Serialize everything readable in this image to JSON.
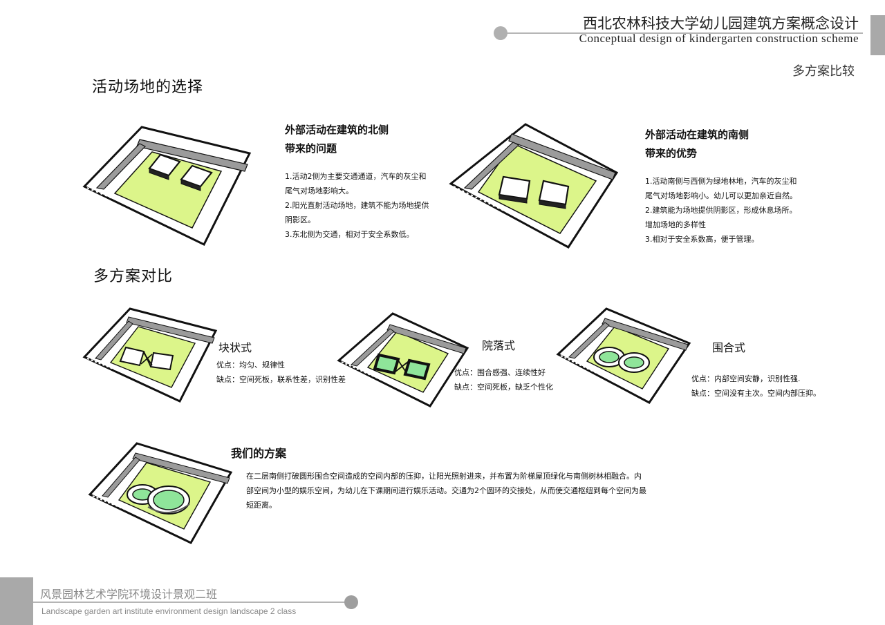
{
  "header": {
    "title_cn": "西北农林科技大学幼儿园建筑方案概念设计",
    "title_en": "Conceptual design of kindergarten construction scheme",
    "subtitle": "多方案比较"
  },
  "section1": {
    "title": "活动场地的选择",
    "north": {
      "heading1": "外部活动在建筑的北侧",
      "heading2": "带来的问题",
      "lines": [
        "1.活动2侧为主要交通通道，汽车的灰尘和",
        "尾气对场地影响大。",
        "2.阳光直射活动场地，建筑不能为场地提供",
        "阴影区。",
        "3.东北侧为交通，相对于安全系数低。"
      ]
    },
    "south": {
      "heading1": "外部活动在建筑的南侧",
      "heading2": "带来的优势",
      "lines": [
        "1.活动南侧与西侧为绿地林地，汽车的灰尘和",
        "尾气对场地影响小。幼儿可以更加亲近自然。",
        "2.建筑能为场地提供阴影区，形成休息场所。",
        "增加场地的多样性",
        "3.相对于安全系数高，便于管理。"
      ]
    }
  },
  "section2": {
    "title": "多方案对比",
    "block": {
      "title": "块状式",
      "pros": "优点：均匀、规律性",
      "cons": "缺点：空间死板，联系性差，识别性差"
    },
    "courtyard": {
      "title": "院落式",
      "pros": "优点：围合感强、连续性好",
      "cons": "缺点：空间死板，缺乏个性化"
    },
    "enclosed": {
      "title": "围合式",
      "pros": "优点：内部空间安静，识别性强.",
      "cons": "缺点：空间没有主次。空间内部压抑。"
    }
  },
  "ours": {
    "title": "我们的方案",
    "lines": [
      "在二层南侧打破圆形围合空间造成的空间内部的压抑，让阳光照射进来，并布置为阶梯屋顶绿化与南侧树林相融合。内",
      "部空间为小型的娱乐空间，为幼儿在下课期间进行娱乐活动。交通为2个圆环的交接处，从而使交通枢纽到每个空间为最",
      "短距离。"
    ]
  },
  "footer": {
    "cn": "风景园林艺术学院环境设计景观二班",
    "en": "Landscape garden art institute environment design landscape 2 class"
  },
  "colors": {
    "green": "#dcf58a",
    "road": "#9b9b9b",
    "ring_fill": "#8fe59a",
    "accent_gray": "#a9a9a9"
  }
}
